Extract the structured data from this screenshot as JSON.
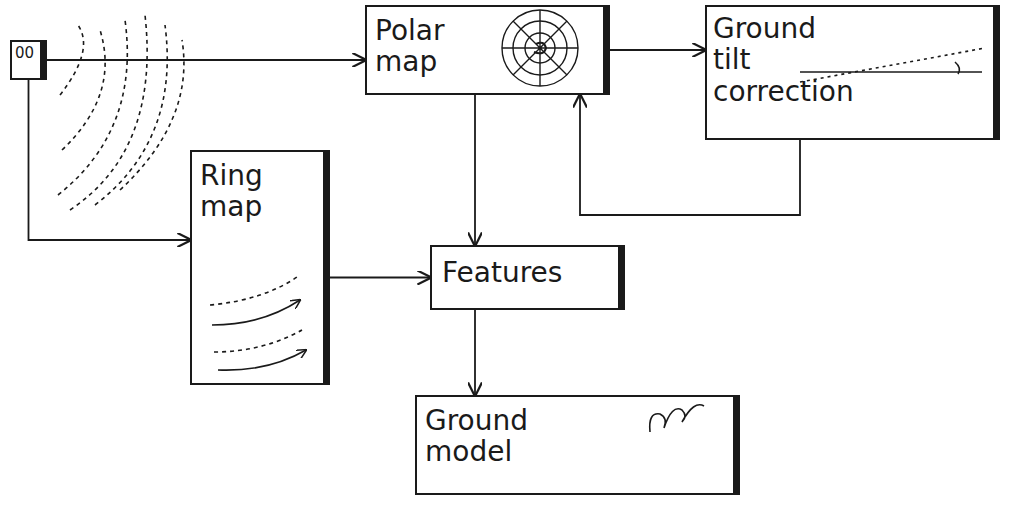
{
  "diagram": {
    "nodes": [
      {
        "text": [
          "00"
        ]
      },
      {
        "text": [
          "Polar map"
        ]
      },
      {
        "text": [
          "Ground tilt correction"
        ]
      },
      {
        "text": [
          "Ring map"
        ]
      },
      {
        "text": [
          "Features"
        ]
      },
      {
        "text": [
          "Ground model"
        ]
      }
    ],
    "edges": [
      {
        "from": 0,
        "to": 1,
        "arrow": "to"
      },
      {
        "from": 0,
        "to": 3,
        "arrow": "to"
      },
      {
        "from": 1,
        "to": 2,
        "arrow": "to"
      },
      {
        "from": 2,
        "to": 1,
        "arrow": "to"
      },
      {
        "from": 1,
        "to": 4,
        "arrow": "to"
      },
      {
        "from": 3,
        "to": 4,
        "arrow": "to"
      },
      {
        "from": 4,
        "to": 5,
        "arrow": "to"
      }
    ]
  }
}
